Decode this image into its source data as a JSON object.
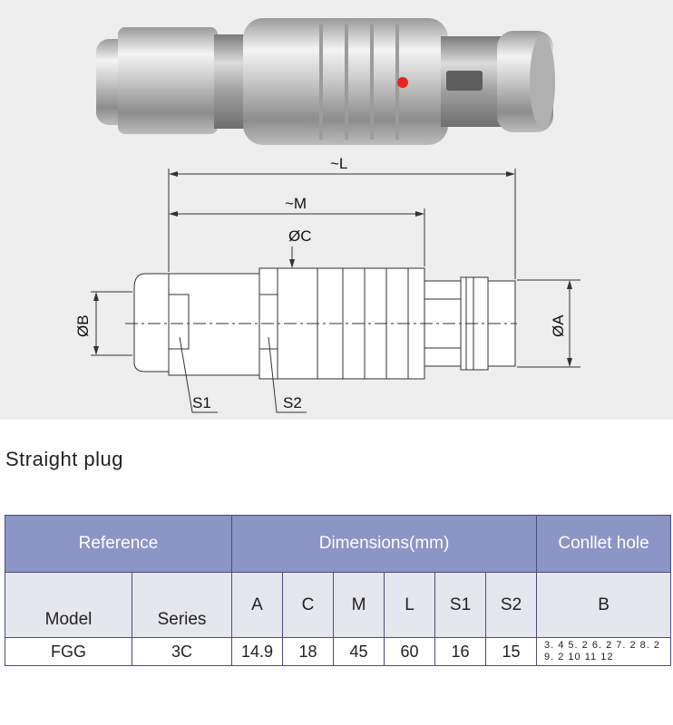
{
  "drawing": {
    "label_L": "~L",
    "label_M": "~M",
    "label_C": "ØC",
    "label_B": "ØB",
    "label_A": "ØA",
    "label_S1": "S1",
    "label_S2": "S2"
  },
  "colors": {
    "panel_bg": "#eeeeee",
    "table_header": "#8b95c6",
    "table_subheader": "#e6e6ef",
    "red_dot": "#e8231f"
  },
  "caption": "Straight plug",
  "table": {
    "group_headers": [
      "Reference",
      "Dimensions(mm)",
      "Conllet hole"
    ],
    "columns": [
      "Model",
      "Series",
      "A",
      "C",
      "M",
      "L",
      "S1",
      "S2",
      "B"
    ],
    "row": {
      "model": "FGG",
      "series": "3C",
      "A": "14.9",
      "C": "18",
      "M": "45",
      "L": "60",
      "S1": "16",
      "S2": "15",
      "B_line1": "3. 4  5. 2  6. 2  7. 2  8. 2",
      "B_line2": "9. 2  10  11  12"
    }
  }
}
